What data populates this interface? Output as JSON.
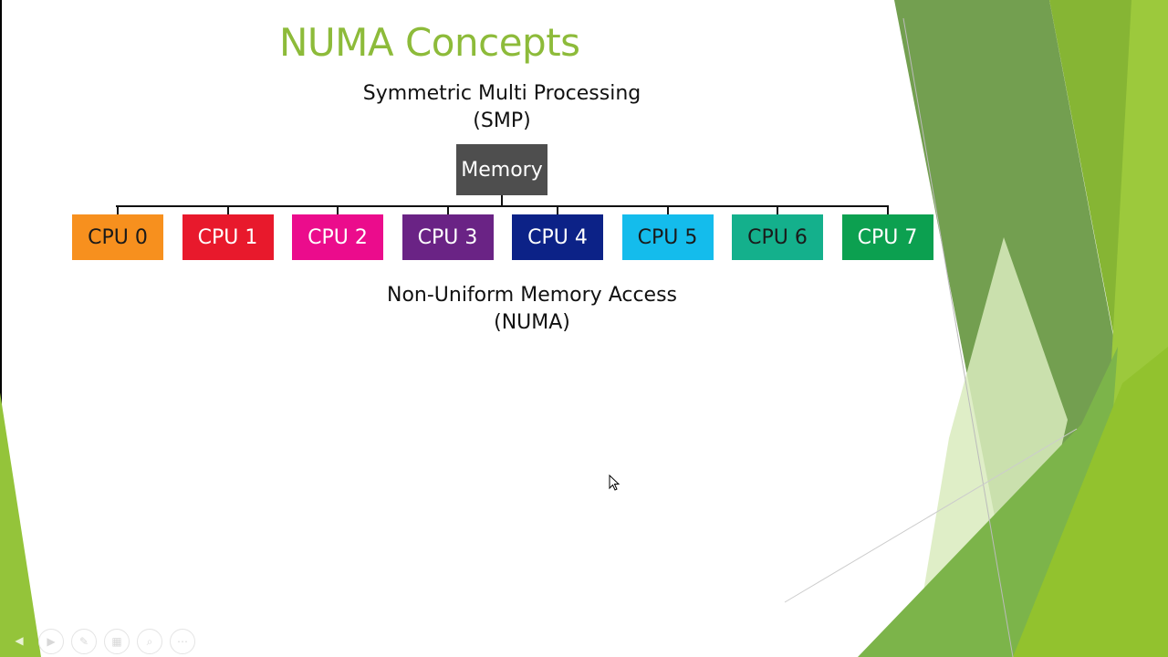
{
  "slide": {
    "title": "NUMA Concepts",
    "smp_label_line1": "Symmetric Multi Processing",
    "smp_label_line2": "(SMP)",
    "numa_label_line1": "Non-Uniform Memory Access",
    "numa_label_line2": "(NUMA)",
    "memory_label": "Memory",
    "colors": {
      "title": "#8dbb3a",
      "memory": "#4e4e4e",
      "accent_dark_green": "#6a9a40",
      "accent_light_green": "#94c43a"
    },
    "cpus": [
      {
        "label": "CPU 0",
        "bg": "#f7901e",
        "fg": "#1a1a1a"
      },
      {
        "label": "CPU 1",
        "bg": "#e8192c",
        "fg": "#ffffff"
      },
      {
        "label": "CPU 2",
        "bg": "#eb0c8c",
        "fg": "#ffffff"
      },
      {
        "label": "CPU 3",
        "bg": "#6a2385",
        "fg": "#ffffff"
      },
      {
        "label": "CPU 4",
        "bg": "#0c2287",
        "fg": "#ffffff"
      },
      {
        "label": "CPU 5",
        "bg": "#14bcec",
        "fg": "#1a1a1a"
      },
      {
        "label": "CPU 6",
        "bg": "#14b08c",
        "fg": "#1a1a1a"
      },
      {
        "label": "CPU 7",
        "bg": "#0ca050",
        "fg": "#ffffff"
      }
    ]
  },
  "slideshow_controls": [
    {
      "name": "previous-slide-button",
      "icon": "◀"
    },
    {
      "name": "next-slide-button",
      "icon": "▶"
    },
    {
      "name": "pen-tool-button",
      "icon": "✎"
    },
    {
      "name": "see-all-slides-button",
      "icon": "▦"
    },
    {
      "name": "zoom-button",
      "icon": "⌕"
    },
    {
      "name": "more-options-button",
      "icon": "⋯"
    }
  ]
}
